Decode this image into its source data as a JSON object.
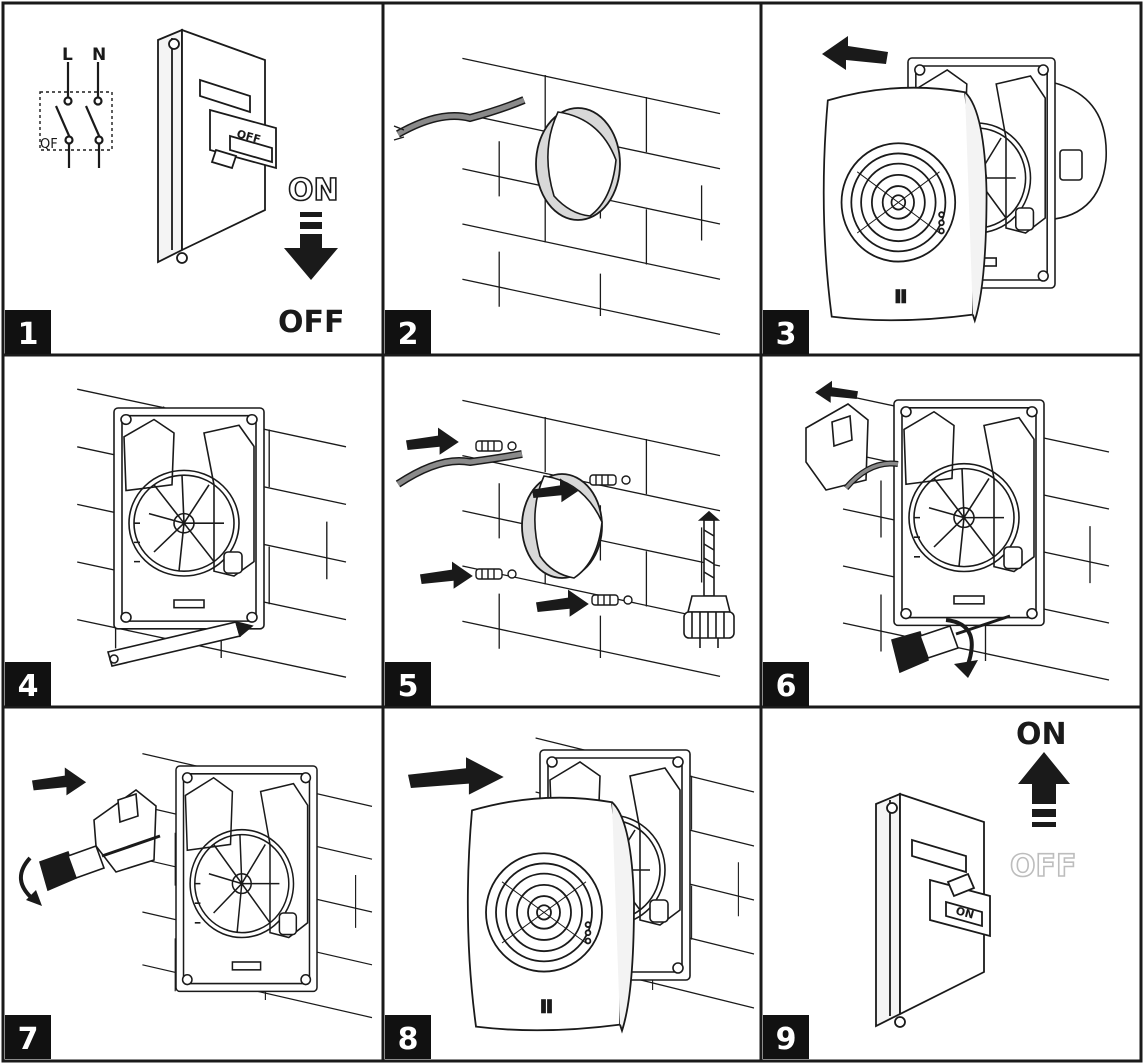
{
  "panels": [
    {
      "number": "1",
      "title": "switch off power"
    },
    {
      "number": "2",
      "title": "wall opening"
    },
    {
      "number": "3",
      "title": "remove front cover"
    },
    {
      "number": "4",
      "title": "mark mounting holes"
    },
    {
      "number": "5",
      "title": "drill and insert anchors"
    },
    {
      "number": "6",
      "title": "fix base and wire"
    },
    {
      "number": "7",
      "title": "refit terminal cover"
    },
    {
      "number": "8",
      "title": "refit front cover"
    },
    {
      "number": "9",
      "title": "switch on power"
    }
  ],
  "step1": {
    "wire_l": "L",
    "wire_n": "N",
    "breaker": "QF",
    "switch_label": "OFF",
    "upper": "ON",
    "lower": "OFF"
  },
  "step9": {
    "upper": "ON",
    "lower": "OFF",
    "switch_label": "ON"
  },
  "colors": {
    "line": "#1a1a1a",
    "label_bg": "#111111",
    "duct_fill": "#d8d8d8",
    "cable": "#8a8a8a",
    "faded_text": "#bdbdbd"
  }
}
